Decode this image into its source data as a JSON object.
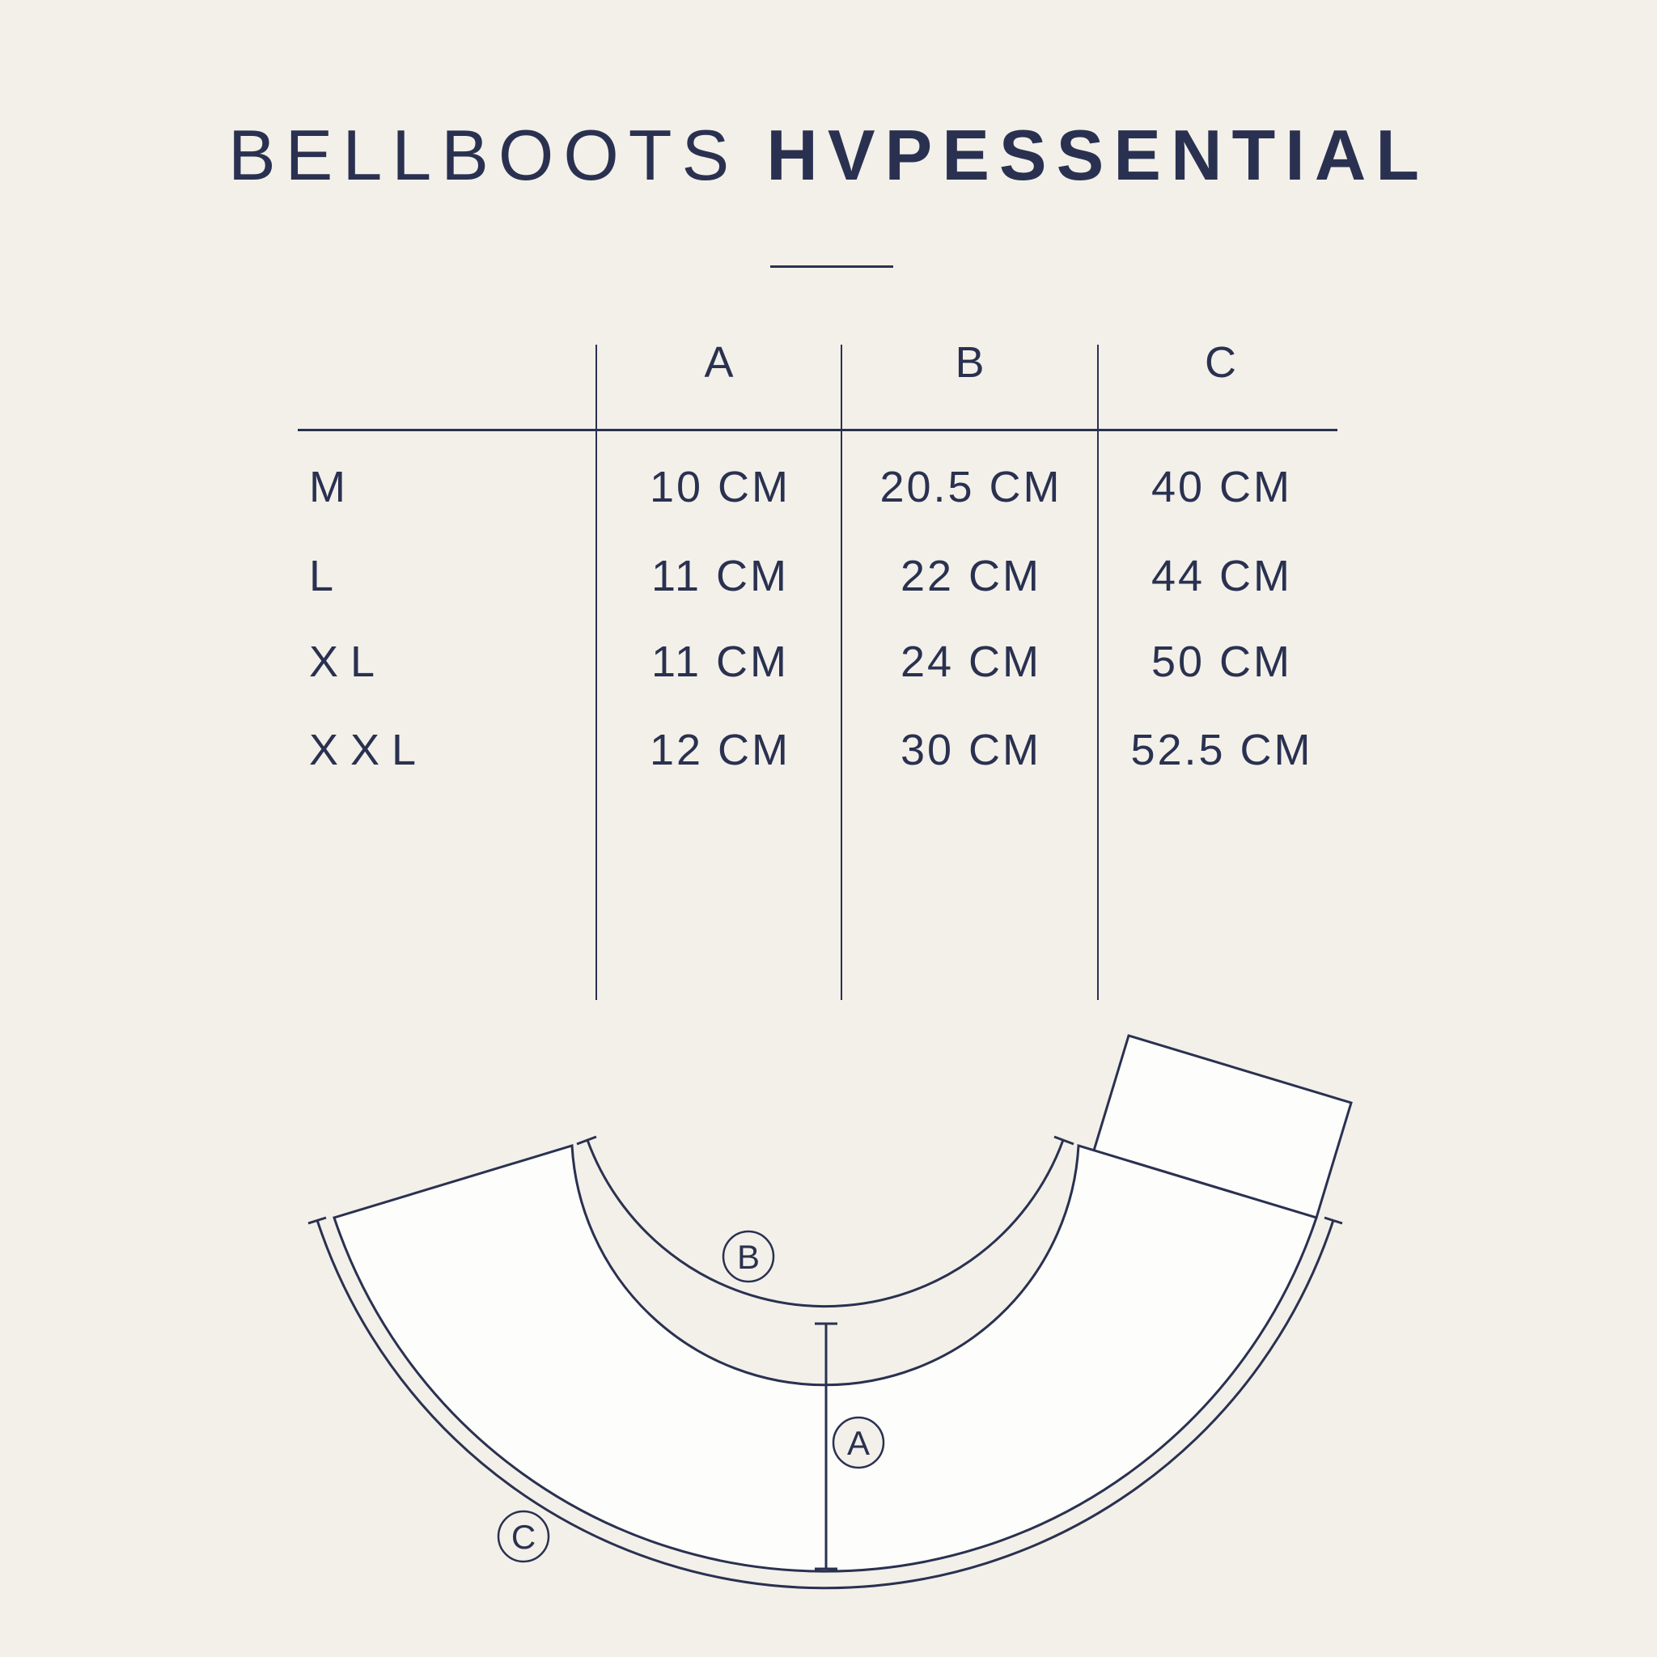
{
  "theme": {
    "background": "#f2f0e9",
    "ink": "#2a3150",
    "pattern_fill": "#fdfdfc"
  },
  "title": {
    "brand": "BELLBOOTS",
    "product": "HVPESSENTIAL"
  },
  "size_table": {
    "column_headers": [
      "A",
      "B",
      "C"
    ],
    "rows": [
      {
        "size": "M",
        "a": "10 CM",
        "b": "20.5 CM",
        "c": "40 CM"
      },
      {
        "size": "L",
        "a": "11 CM",
        "b": "22 CM",
        "c": "44 CM"
      },
      {
        "size": "XL",
        "a": "11 CM",
        "b": "24 CM",
        "c": "50 CM"
      },
      {
        "size": "XXL",
        "a": "12 CM",
        "b": "30 CM",
        "c": "52.5 CM"
      }
    ]
  },
  "diagram": {
    "labels": {
      "height": "A",
      "inner_edge": "B",
      "outer_edge": "C"
    }
  }
}
